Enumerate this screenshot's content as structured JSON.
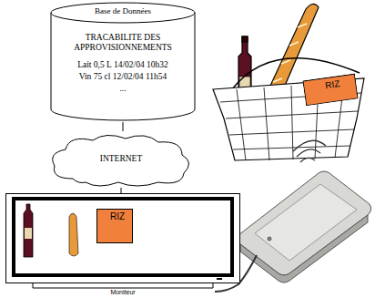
{
  "diagram": {
    "nodes": [
      {
        "text": [
          "Base de Données",
          "TRACABILITE DES APPROVISIONNEMENTS",
          "Lait 0,5 L 14/02/04 10h32",
          "Vin 75 cl 12/02/04 11h54",
          "..."
        ]
      },
      {
        "text": [
          "RIZ"
        ]
      },
      {
        "text": [
          "INTERNET"
        ]
      },
      {
        "text": [
          "Moniteur"
        ]
      },
      {
        "text": [
          "RIZ"
        ],
        "in": 3
      }
    ],
    "edges": [
      {
        "from": 0,
        "to": 2,
        "arrow": "none"
      },
      {
        "from": 2,
        "to": 3,
        "arrow": "none"
      }
    ]
  }
}
